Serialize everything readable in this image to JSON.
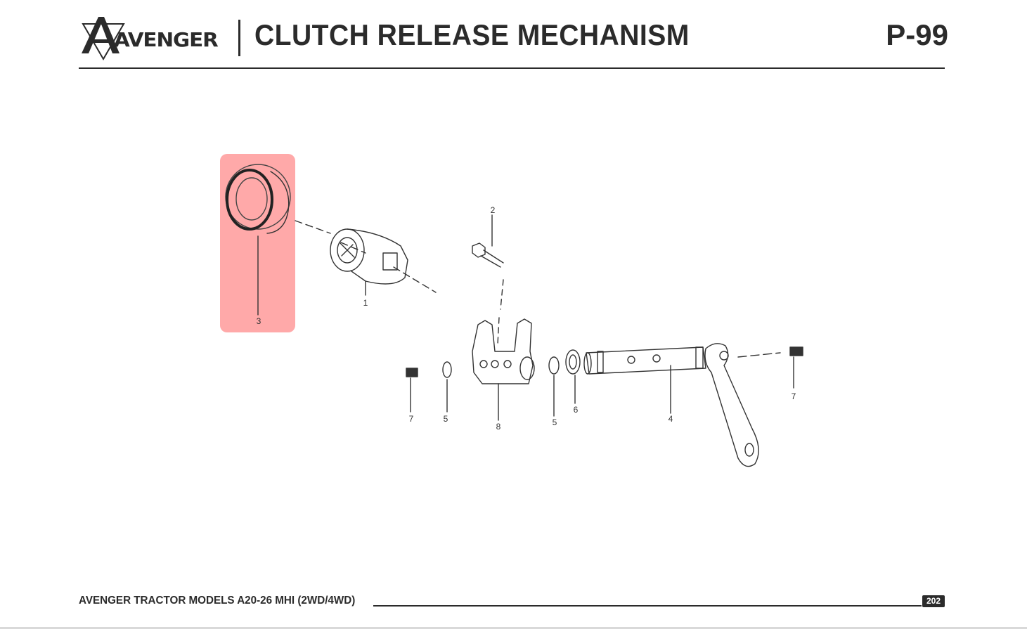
{
  "header": {
    "brand": "AVENGER",
    "title": "CLUTCH RELEASE MECHANISM",
    "page_code": "P-99"
  },
  "diagram": {
    "highlight_color": "#ff9a9a",
    "callouts": [
      "1",
      "2",
      "3",
      "4",
      "5",
      "5",
      "6",
      "7",
      "7",
      "8"
    ]
  },
  "footer": {
    "title": "AVENGER TRACTOR MODELS A20-26 MHI (2WD/4WD)",
    "page_number": "202"
  }
}
